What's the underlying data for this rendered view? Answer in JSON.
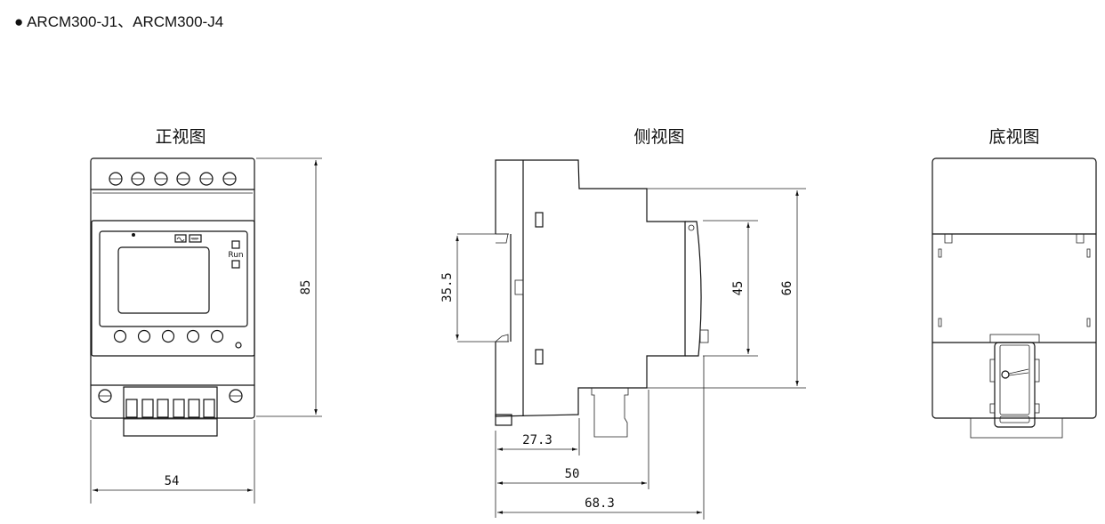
{
  "title": {
    "bullet": "●",
    "text": "ARCM300-J1、ARCM300-J4"
  },
  "views": {
    "front": {
      "heading": "正视图",
      "run_label": "Run",
      "dim_height": "85",
      "dim_width": "54"
    },
    "side": {
      "heading": "侧视图",
      "dim_rail": "35.5",
      "dim_45": "45",
      "dim_66": "66",
      "dim_27": "27.3",
      "dim_50": "50",
      "dim_68": "68.3"
    },
    "bottom": {
      "heading": "底视图"
    }
  }
}
